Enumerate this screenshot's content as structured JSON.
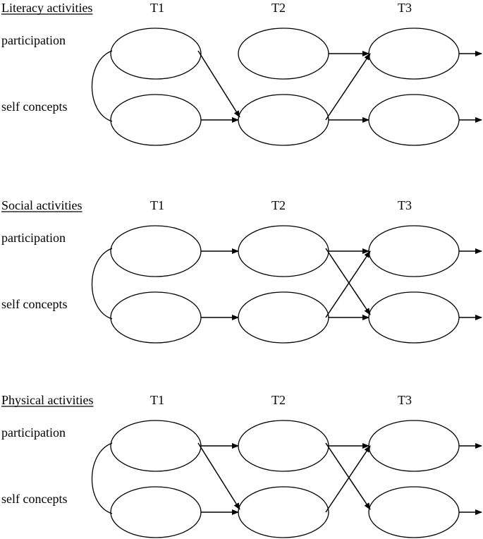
{
  "panels": [
    {
      "title": "Literacy activities",
      "time_labels": [
        "T1",
        "T2",
        "T3"
      ],
      "row_labels": [
        "participation",
        "self concepts"
      ],
      "paths": [
        {
          "from": "T1-self",
          "to": "T2-self"
        },
        {
          "from": "T1-part",
          "to": "T2-self"
        },
        {
          "from": "T2-part",
          "to": "T3-part"
        },
        {
          "from": "T2-self",
          "to": "T3-self"
        },
        {
          "from": "T2-self",
          "to": "T3-part"
        }
      ]
    },
    {
      "title": "Social activities",
      "time_labels": [
        "T1",
        "T2",
        "T3"
      ],
      "row_labels": [
        "participation",
        "self concepts"
      ],
      "paths": [
        {
          "from": "T1-part",
          "to": "T2-part"
        },
        {
          "from": "T1-self",
          "to": "T2-self"
        },
        {
          "from": "T2-part",
          "to": "T3-part"
        },
        {
          "from": "T2-part",
          "to": "T3-self"
        },
        {
          "from": "T2-self",
          "to": "T3-self"
        },
        {
          "from": "T2-self",
          "to": "T3-part"
        }
      ]
    },
    {
      "title": "Physical activities",
      "time_labels": [
        "T1",
        "T2",
        "T3"
      ],
      "row_labels": [
        "participation",
        "self concepts"
      ],
      "paths": [
        {
          "from": "T1-part",
          "to": "T2-part"
        },
        {
          "from": "T1-part",
          "to": "T2-self"
        },
        {
          "from": "T1-self",
          "to": "T2-self"
        },
        {
          "from": "T2-part",
          "to": "T3-part"
        },
        {
          "from": "T2-part",
          "to": "T3-self"
        },
        {
          "from": "T2-self",
          "to": "T3-part"
        }
      ]
    }
  ]
}
